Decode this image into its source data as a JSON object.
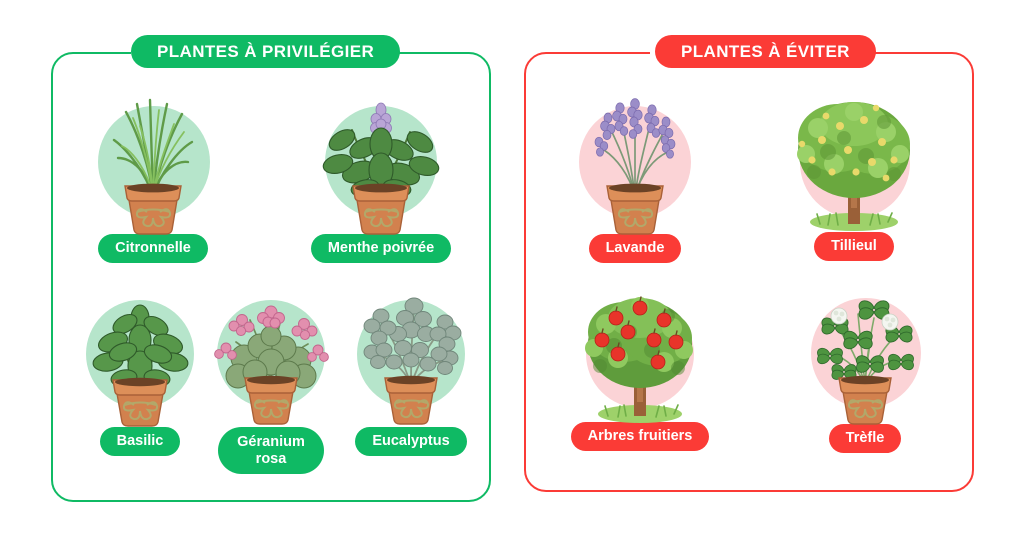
{
  "panels": [
    {
      "id": "good",
      "title": "PLANTES À PRIVILÉGIER",
      "accent_color": "#0fba64",
      "disc_color": "#b6e5cb",
      "items": [
        {
          "label": "Citronnelle",
          "icon": "lemongrass-plant-illustration"
        },
        {
          "label": "Menthe poivrée",
          "icon": "peppermint-plant-illustration"
        },
        {
          "label": "Basilic",
          "icon": "basil-plant-illustration"
        },
        {
          "label": "Géranium rosa",
          "icon": "geranium-plant-illustration"
        },
        {
          "label": "Eucalyptus",
          "icon": "eucalyptus-plant-illustration"
        }
      ]
    },
    {
      "id": "bad",
      "title": "PLANTES À ÉVITER",
      "accent_color": "#fb3b36",
      "disc_color": "#fbd3d6",
      "items": [
        {
          "label": "Lavande",
          "icon": "lavender-plant-illustration"
        },
        {
          "label": "Tillieul",
          "icon": "linden-tree-illustration"
        },
        {
          "label": "Arbres fruitiers",
          "icon": "apple-tree-illustration"
        },
        {
          "label": "Trèfle",
          "icon": "clover-plant-illustration"
        }
      ]
    }
  ],
  "colors": {
    "green": "#0fba64",
    "red": "#fb3b36",
    "green_disc": "#b6e5cb",
    "pink_disc": "#fbd3d6",
    "terracotta": "#d2814e",
    "background": "#ffffff"
  }
}
